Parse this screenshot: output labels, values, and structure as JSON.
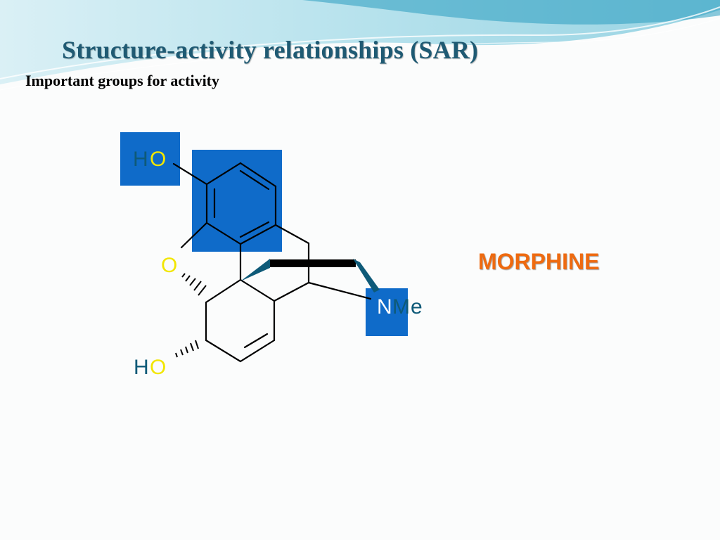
{
  "slide": {
    "title": "Structure-activity relationships (SAR)",
    "subtitle": "Important groups for activity",
    "compound_label": "MORPHINE"
  },
  "atoms": {
    "phenol_h": "H",
    "phenol_o": "O",
    "ether_o": "O",
    "alcohol_h": "H",
    "alcohol_o": "O",
    "amine_n": "N",
    "amine_m": "M",
    "amine_e": "e"
  },
  "colors": {
    "highlight": "#0f6bc9",
    "bond": "#000000",
    "wedge": "#0e5a78",
    "hydrogen": "#0e5a78",
    "oxygen": "#f2e600",
    "nitrogen": "#ffffff",
    "label": "#ee6a10",
    "title": "#1f5a73"
  }
}
